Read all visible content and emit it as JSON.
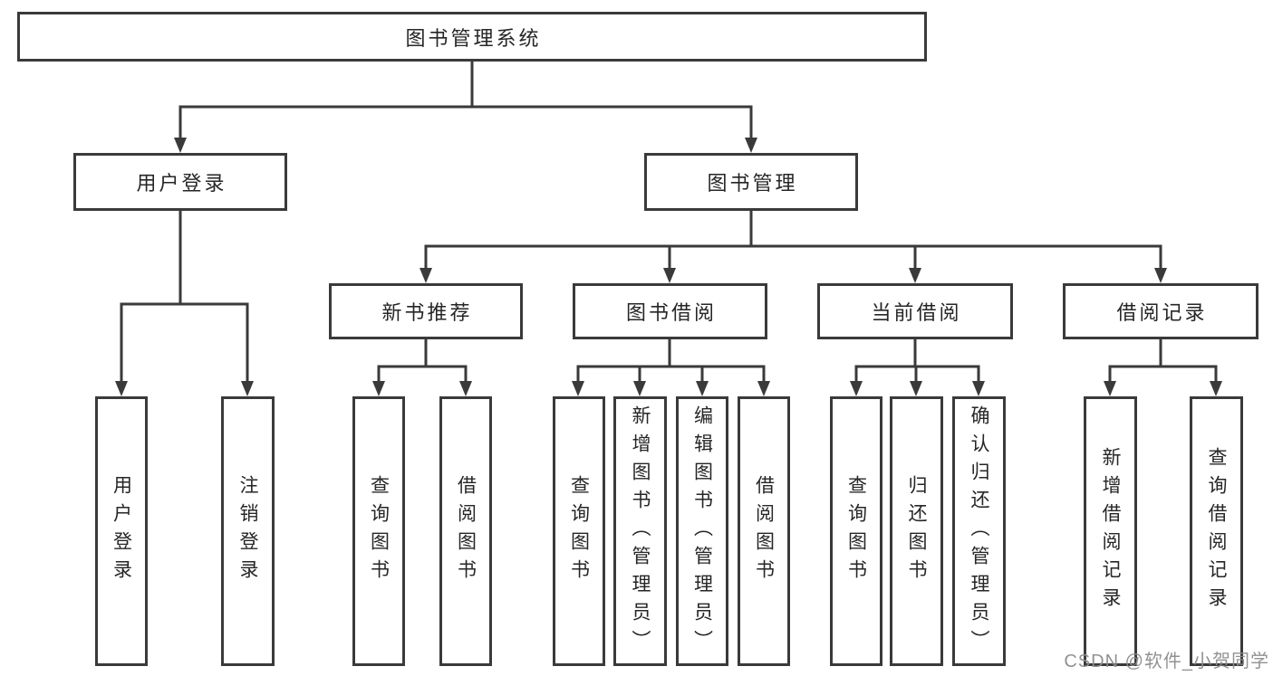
{
  "diagram": {
    "root": "图书管理系统",
    "level2": [
      "用户登录",
      "图书管理"
    ],
    "level3": [
      "新书推荐",
      "图书借阅",
      "当前借阅",
      "借阅记录"
    ],
    "leaves": {
      "user": [
        "用户登录",
        "注销登录"
      ],
      "recommend": [
        "查询图书",
        "借阅图书"
      ],
      "borrow": [
        "查询图书",
        "新增图书（管理员）",
        "编辑图书（管理员）",
        "借阅图书"
      ],
      "current": [
        "查询图书",
        "归还图书",
        "确认归还（管理员）"
      ],
      "records": [
        "新增借阅记录",
        "查询借阅记录"
      ]
    }
  },
  "watermark": "CSDN @软件_小贺同学",
  "colors": {
    "line": "#3a3a3a",
    "text": "#262626",
    "background": "#ffffff",
    "watermark": "#8c8c8c"
  }
}
